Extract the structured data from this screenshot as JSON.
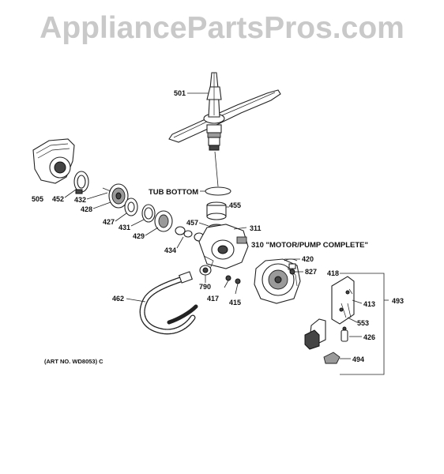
{
  "watermark": "AppliancePartsPros.com",
  "labels": {
    "tub_bottom": "TUB BOTTOM",
    "motor_pump_complete": "310 \"MOTOR/PUMP COMPLETE\"",
    "art_no": "(ART NO. WD8053) C"
  },
  "callouts": {
    "p501": "501",
    "p505": "505",
    "p452": "452",
    "p432": "432",
    "p428": "428",
    "p427": "427",
    "p431": "431",
    "p429": "429",
    "p434": "434",
    "p455": "455",
    "p457": "457",
    "p311": "311",
    "p420": "420",
    "p827": "827",
    "p418": "418",
    "p413": "413",
    "p493": "493",
    "p553": "553",
    "p426": "426",
    "p494": "494",
    "p462": "462",
    "p790": "790",
    "p417": "417",
    "p415": "415"
  },
  "colors": {
    "watermark": "#c9c9c9",
    "ink": "#111111",
    "background": "#ffffff"
  }
}
